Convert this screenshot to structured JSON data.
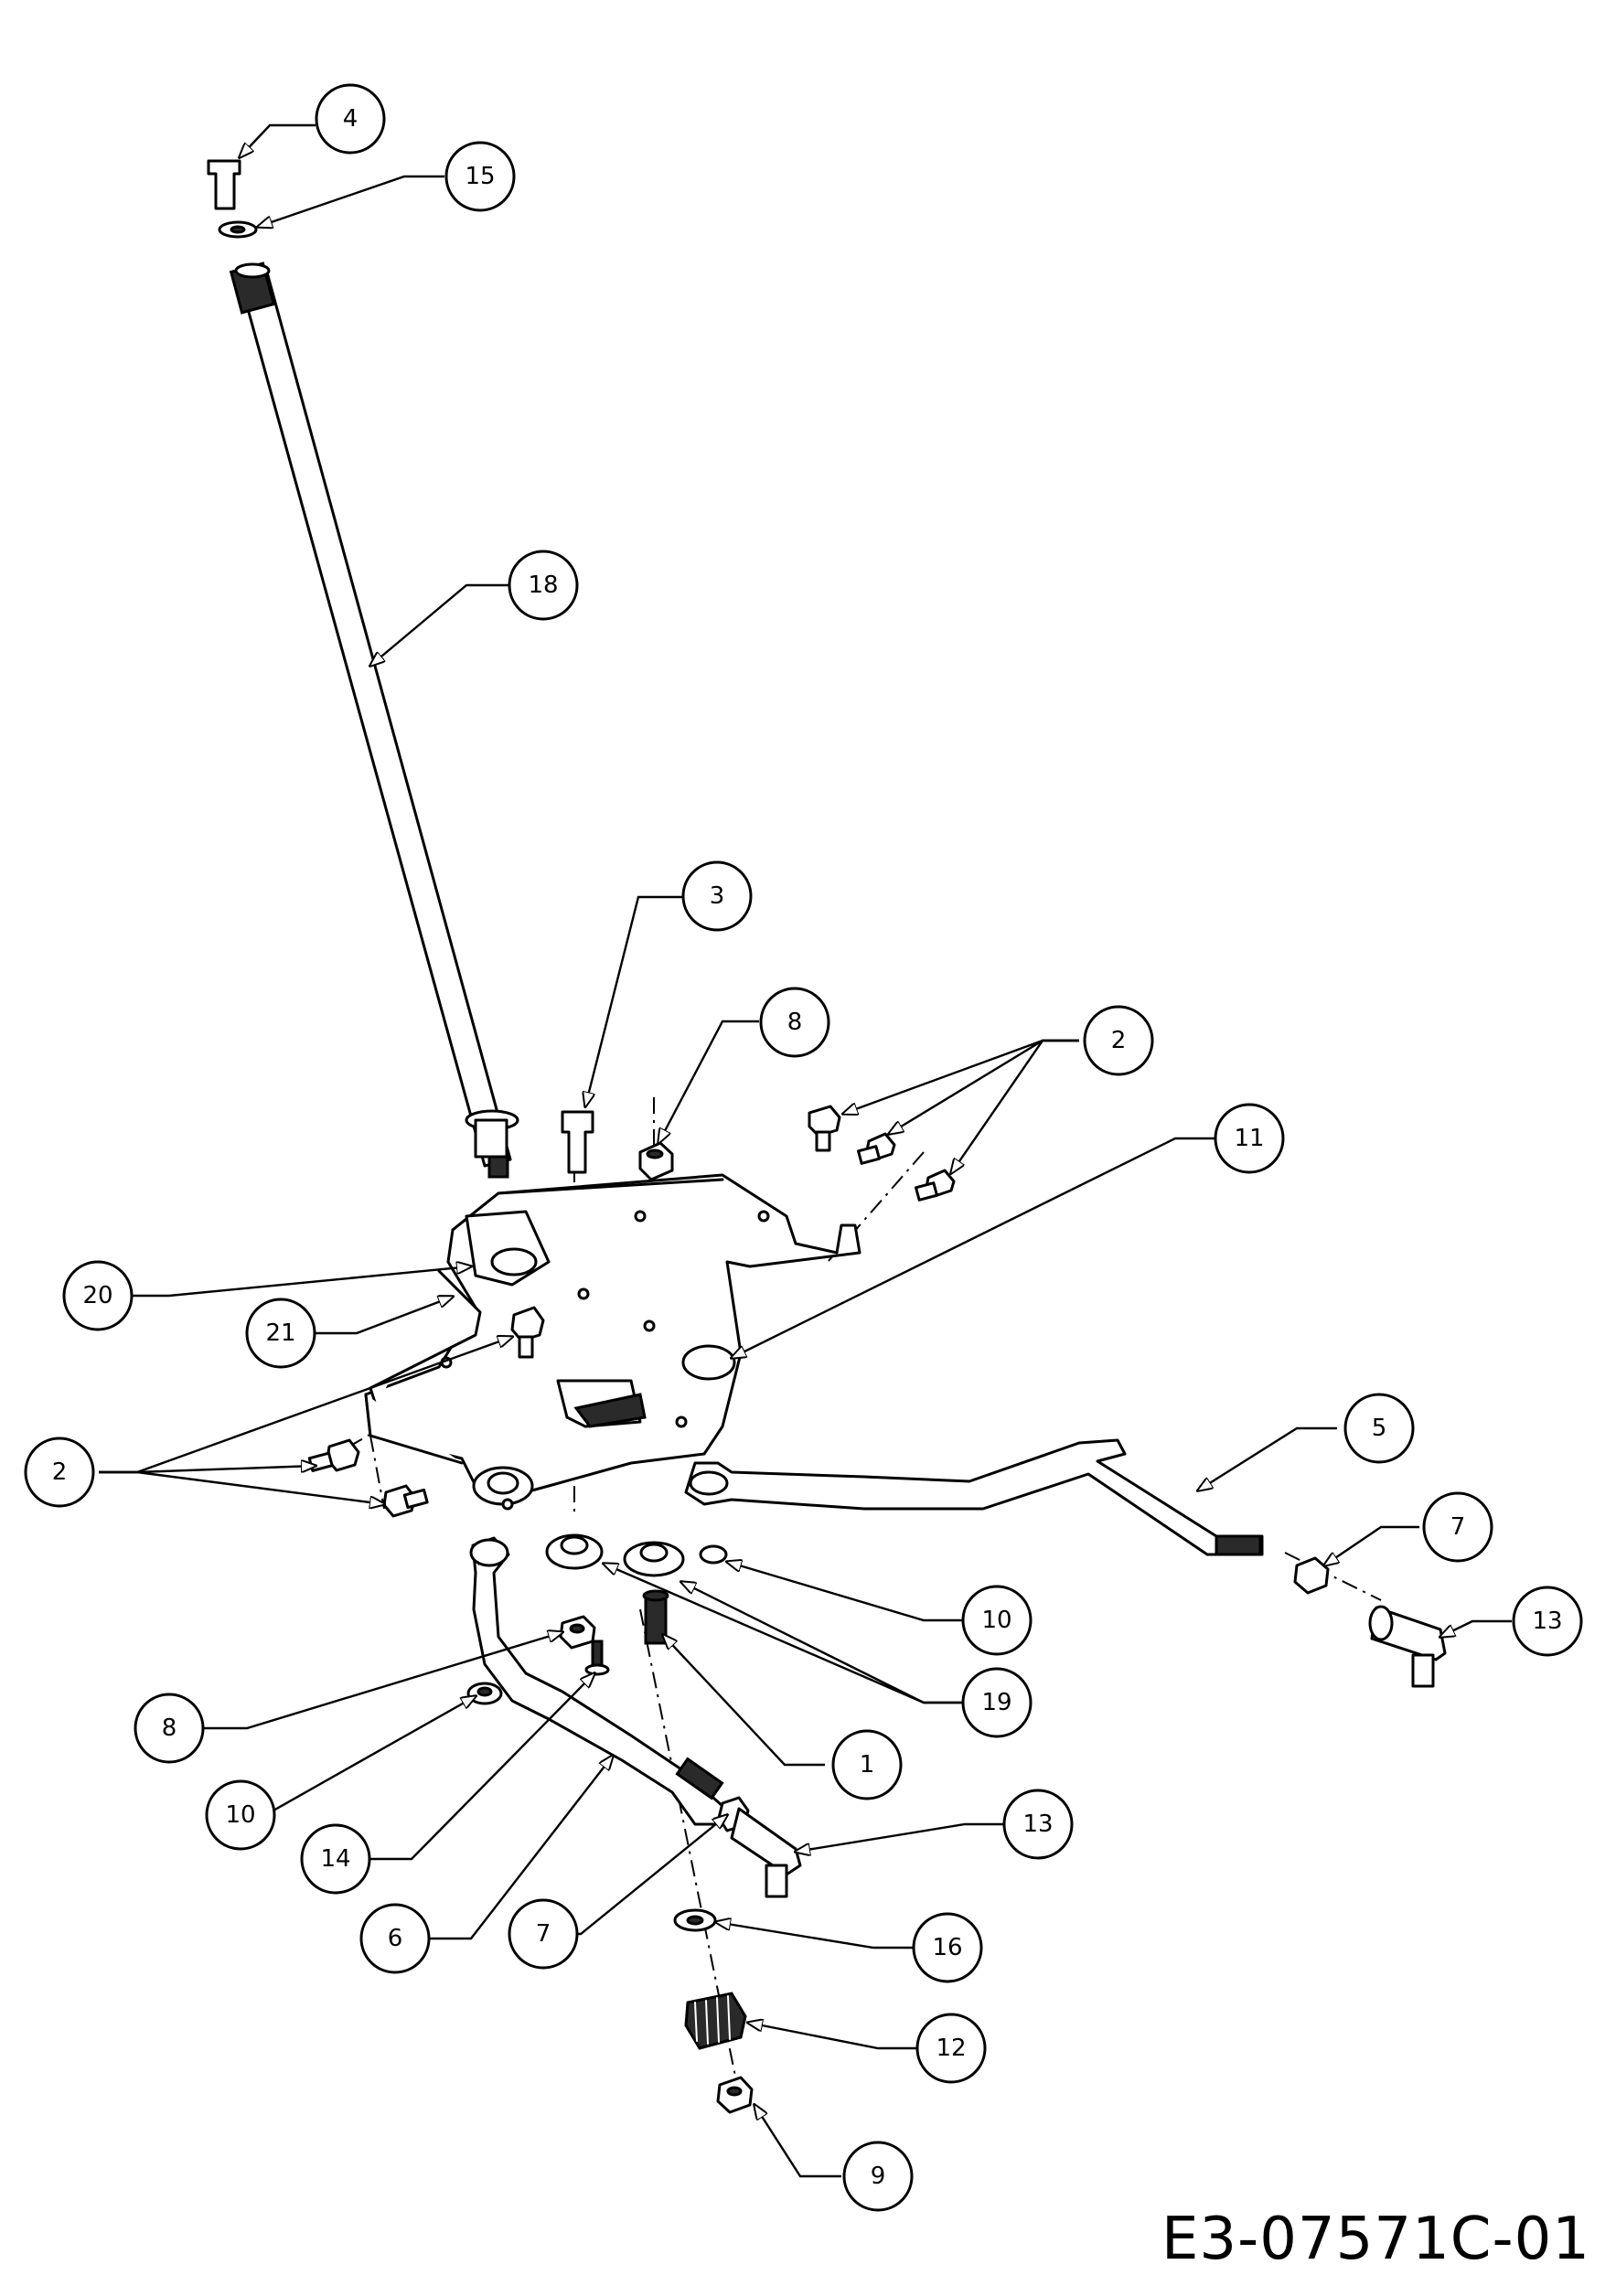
{
  "diagram": {
    "code": "E3-07571C-01",
    "callouts": [
      "4",
      "15",
      "18",
      "3",
      "8",
      "2",
      "11",
      "20",
      "21",
      "2",
      "5",
      "7",
      "13",
      "10",
      "19",
      "8",
      "1",
      "10",
      "14",
      "13",
      "6",
      "7",
      "16",
      "12",
      "9"
    ]
  }
}
